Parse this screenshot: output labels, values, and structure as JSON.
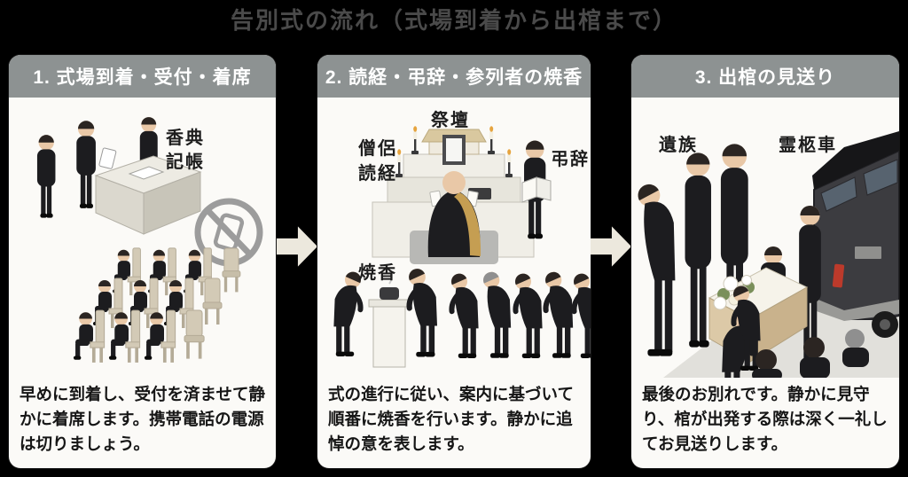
{
  "title": "告別式の流れ（式場到着から出棺まで）",
  "panels": [
    {
      "header": "1. 式場到着・受付・着席",
      "labels": {
        "kouden": "香典",
        "kichou": "記帳"
      },
      "description": "早めに到着し、受付を済ませて静かに着席します。携帯電話の電源は切りましょう。"
    },
    {
      "header": "2. 読経・弔辞・参列者の焼香",
      "labels": {
        "saidan": "祭壇",
        "souryo": "僧侶",
        "dokyou": "読経",
        "chouji": "弔辞",
        "shoukou": "焼香"
      },
      "description": "式の進行に従い、案内に基づいて順番に焼香を行います。静かに追悼の意を表します。"
    },
    {
      "header": "3. 出棺の見送り",
      "labels": {
        "izoku": "遺族",
        "reikyusha": "霊柩車"
      },
      "description": "最後のお別れです。静かに見守り、棺が出発する際は深く一礼してお見送りします。"
    }
  ],
  "colors": {
    "background": "#000000",
    "panel_bg": "#fbfaf7",
    "header_bg": "#8d9292",
    "header_text": "#ffffff",
    "title_text": "#4a4a4a",
    "arrow": "#ece8dd",
    "label_text": "#1d1d1d",
    "suit_black": "#1c1c1f",
    "chair_beige": "#d3cab6",
    "kesa_tan": "#c59e52",
    "coffin_tan": "#dcc9a7"
  }
}
